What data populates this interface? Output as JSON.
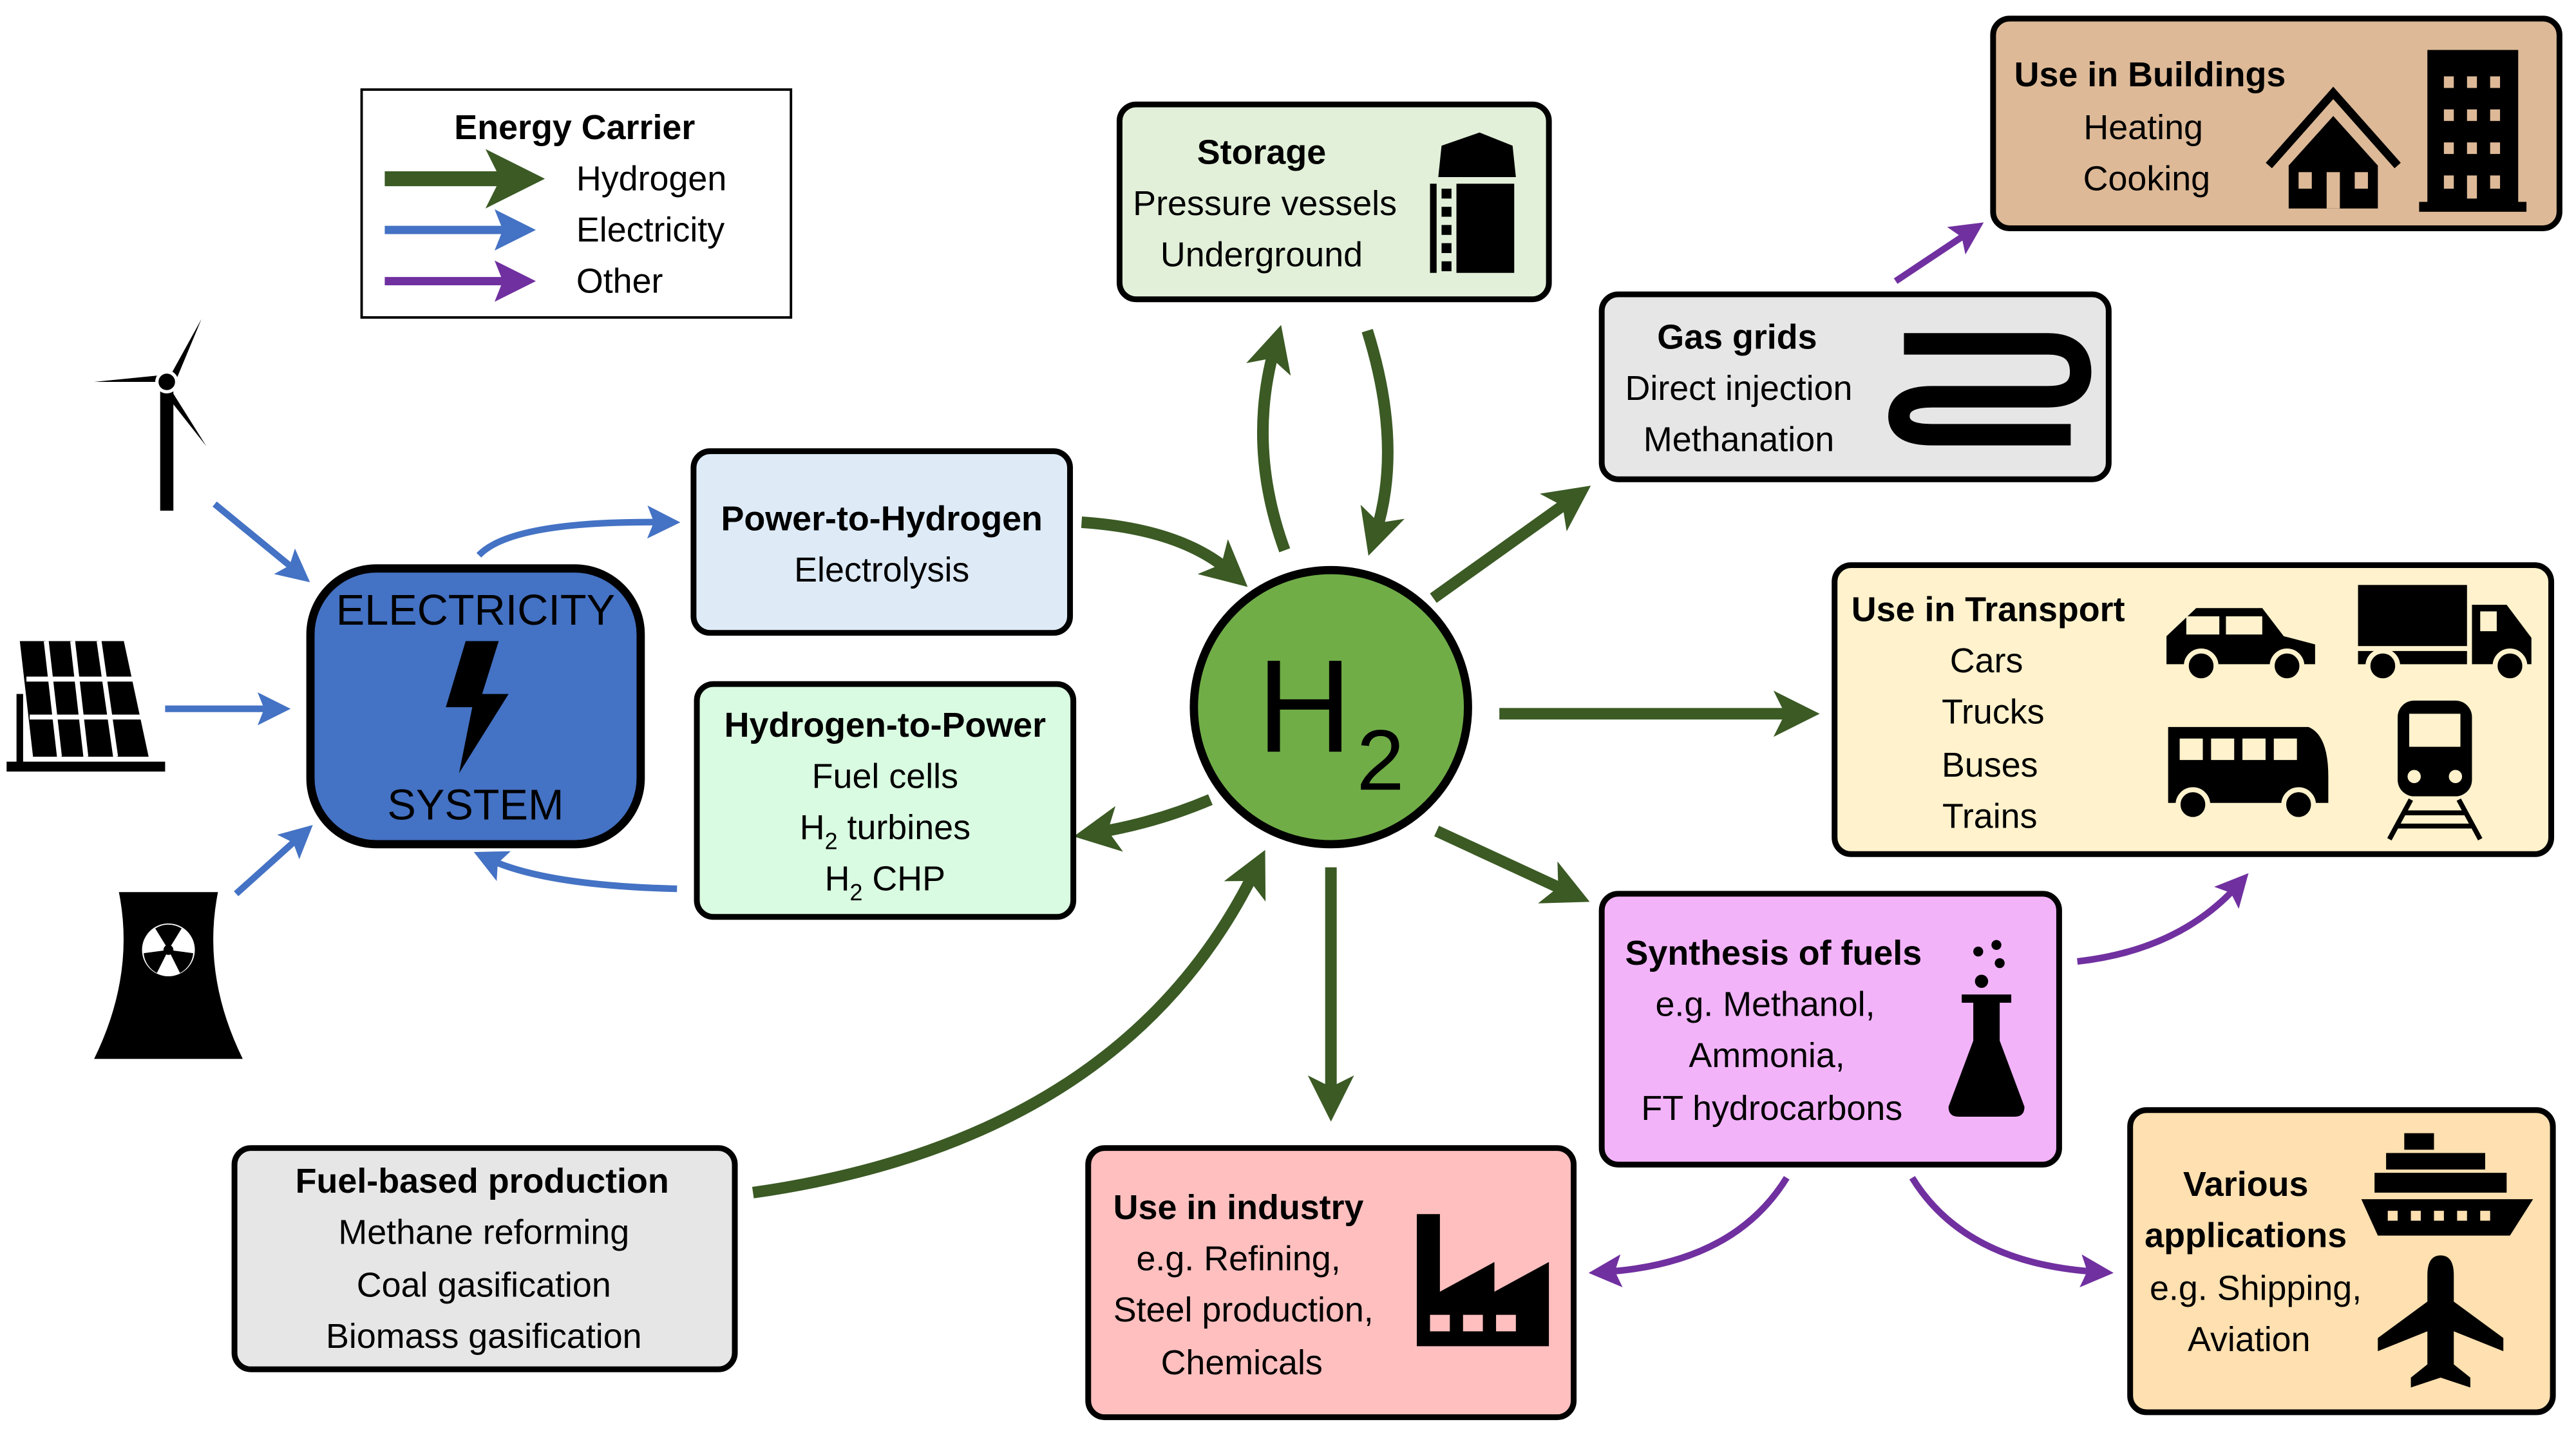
{
  "colors": {
    "hydrogen": "#3B5A24",
    "electricity": "#4472C4",
    "other": "#7030A0",
    "h2_circle": "#70AD47",
    "electricity_box": "#4472C4",
    "power_to_hydrogen": "#DEEBF7",
    "hydrogen_to_power": "#D9FBE1",
    "storage": "#E2F0D9",
    "gas_grids": "#E7E6E6",
    "buildings": "#DDB997",
    "transport": "#FFF2CC",
    "synthesis": "#F2B3F9",
    "industry": "#FFBFBF",
    "various": "#FFE0B0",
    "fuel_based": "#E7E6E6"
  },
  "legend": {
    "title": "Energy Carrier",
    "items": [
      {
        "label": "Hydrogen",
        "color": "#3B5A24"
      },
      {
        "label": "Electricity",
        "color": "#4472C4"
      },
      {
        "label": "Other",
        "color": "#7030A0"
      }
    ]
  },
  "sources": {
    "icons": [
      "wind-turbine-icon",
      "solar-panel-icon",
      "nuclear-plant-icon"
    ]
  },
  "electricity_system": {
    "line1": "ELECTRICITY",
    "line2": "SYSTEM",
    "icon": "lightning-bolt-icon"
  },
  "hub": {
    "symbol": "H",
    "subscript": "2"
  },
  "power_to_hydrogen": {
    "title": "Power-to-Hydrogen",
    "items": [
      "Electrolysis"
    ]
  },
  "hydrogen_to_power": {
    "title": "Hydrogen-to-Power",
    "items": [
      "Fuel cells"
    ],
    "turbines_prefix": "H",
    "turbines_sub": "2",
    "turbines_suffix": " turbines",
    "chp_prefix": "H",
    "chp_sub": "2",
    "chp_suffix": " CHP"
  },
  "storage": {
    "title": "Storage",
    "items": [
      "Pressure vessels",
      "Underground"
    ],
    "icon": "storage-tank-icon"
  },
  "gas_grids": {
    "title": "Gas grids",
    "items": [
      "Direct injection",
      "Methanation"
    ],
    "icon": "pipeline-icon"
  },
  "buildings": {
    "title": "Use in Buildings",
    "items": [
      "Heating",
      "Cooking"
    ],
    "icons": [
      "house-icon",
      "apartment-building-icon"
    ]
  },
  "transport": {
    "title": "Use in Transport",
    "items": [
      "Cars",
      "Trucks",
      "Buses",
      "Trains"
    ],
    "icons": [
      "car-icon",
      "truck-icon",
      "bus-icon",
      "train-icon"
    ]
  },
  "synthesis": {
    "title": "Synthesis of fuels",
    "items": [
      "e.g. Methanol,",
      "Ammonia,",
      "FT hydrocarbons"
    ],
    "icon": "flask-icon"
  },
  "industry": {
    "title": "Use in industry",
    "items": [
      "e.g. Refining,",
      "Steel production,",
      "Chemicals"
    ],
    "icon": "factory-icon"
  },
  "various": {
    "title_lines": [
      "Various",
      "applications"
    ],
    "items": [
      "e.g. Shipping,",
      "Aviation"
    ],
    "icons": [
      "ship-icon",
      "airplane-icon"
    ]
  },
  "fuel_based": {
    "title": "Fuel-based production",
    "items": [
      "Methane reforming",
      "Coal gasification",
      "Biomass gasification"
    ]
  }
}
